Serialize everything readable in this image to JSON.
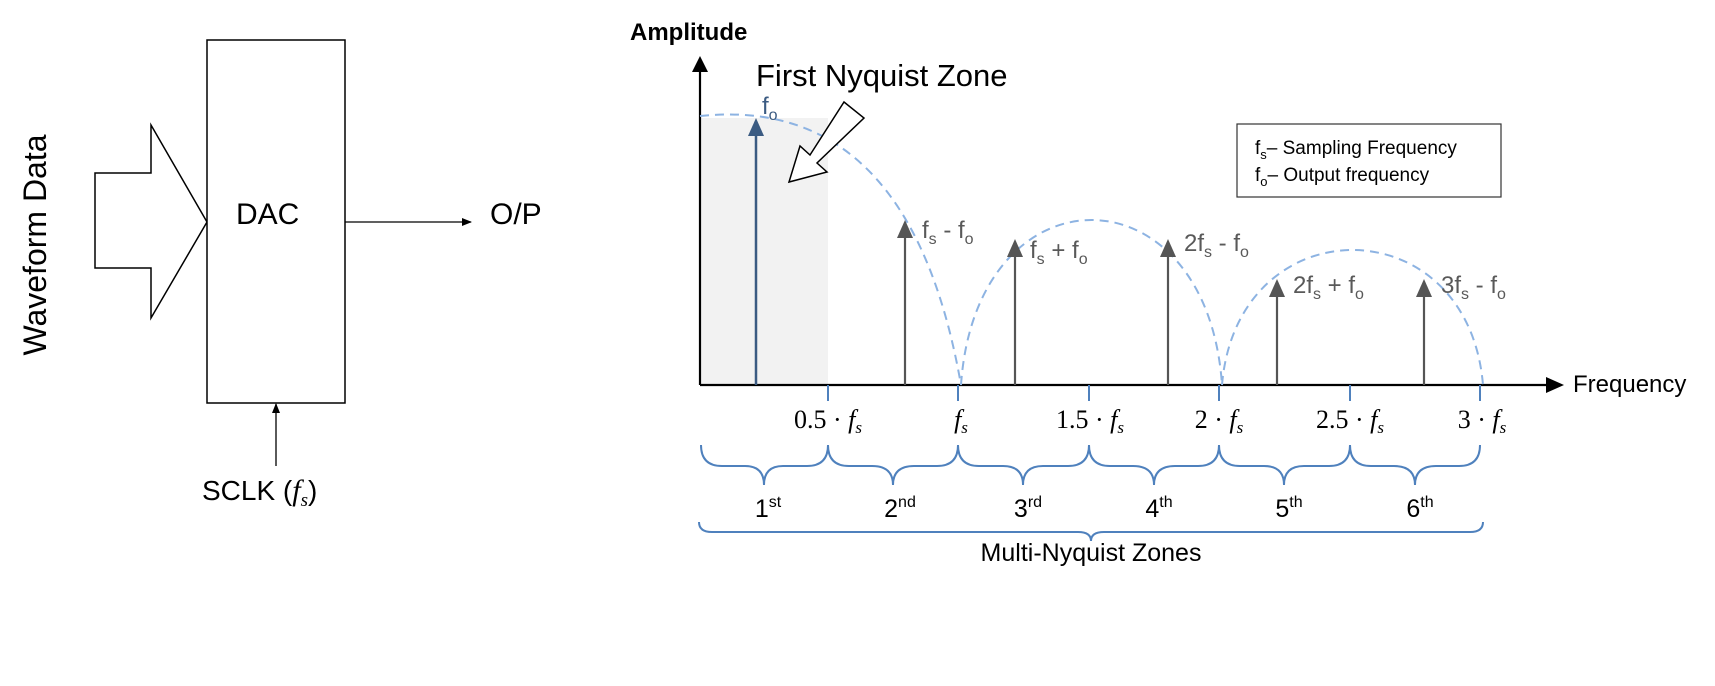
{
  "block": {
    "input_label": "Waveform Data",
    "dac_label": "DAC",
    "output_label": "O/P",
    "clock_label": "SCLK (",
    "clock_symbol": "f",
    "clock_sub": "s",
    "clock_close": ")"
  },
  "chart": {
    "y_axis_label": "Amplitude",
    "x_axis_label": "Frequency",
    "callout": "First Nyquist Zone",
    "ticks": [
      {
        "coef": "0.5 · ",
        "sym": "f",
        "sub": "s"
      },
      {
        "coef": "",
        "sym": "f",
        "sub": "s"
      },
      {
        "coef": "1.5 · ",
        "sym": "f",
        "sub": "s"
      },
      {
        "coef": "2 · ",
        "sym": "f",
        "sub": "s"
      },
      {
        "coef": "2.5 · ",
        "sym": "f",
        "sub": "s"
      },
      {
        "coef": "3 · ",
        "sym": "f",
        "sub": "s"
      }
    ],
    "tones": [
      {
        "label": "fo",
        "primary": true
      },
      {
        "label": "fs - fo"
      },
      {
        "label": "fs + fo"
      },
      {
        "label": "2fs - fo"
      },
      {
        "label": "2fs + fo"
      },
      {
        "label": "3fs - fo"
      }
    ],
    "legend": [
      {
        "sym": "f",
        "sub": "s",
        "text": "– Sampling Frequency"
      },
      {
        "sym": "f",
        "sub": "o",
        "text": "– Output frequency"
      }
    ],
    "zones": [
      {
        "num": "1",
        "sup": "st"
      },
      {
        "num": "2",
        "sup": "nd"
      },
      {
        "num": "3",
        "sup": "rd"
      },
      {
        "num": "4",
        "sup": "th"
      },
      {
        "num": "5",
        "sup": "th"
      },
      {
        "num": "6",
        "sup": "th"
      }
    ],
    "multi_zone_label": "Multi-Nyquist Zones"
  },
  "colors": {
    "stroke": "#000000",
    "arrow_dark": "#555555",
    "arrow_primary": "#3b5b82",
    "envelope": "#8db3e2",
    "brace": "#4f81bd",
    "shade": "#f2f2f2",
    "text_gray": "#595959"
  }
}
